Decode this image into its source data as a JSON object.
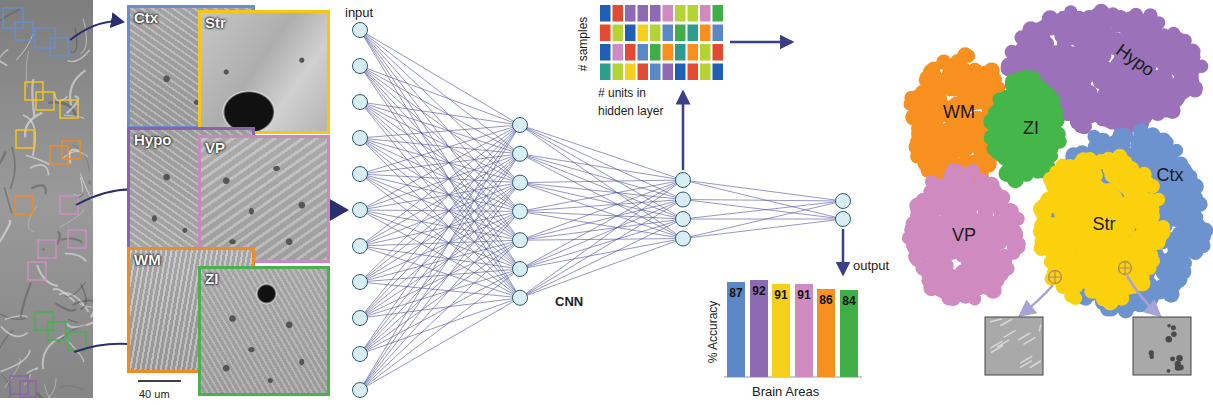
{
  "diagram": {
    "nodes": [
      {
        "text": [
          "Ctx"
        ]
      },
      {
        "text": [
          "Str"
        ]
      },
      {
        "text": [
          "Hypo"
        ]
      },
      {
        "text": [
          "VP"
        ]
      },
      {
        "text": [
          "WM"
        ]
      },
      {
        "text": [
          "ZI"
        ]
      },
      {
        "text": [
          "87"
        ]
      },
      {
        "text": [
          "92"
        ]
      },
      {
        "text": [
          "91"
        ]
      },
      {
        "text": [
          "91"
        ]
      },
      {
        "text": [
          "86"
        ]
      },
      {
        "text": [
          "84"
        ]
      },
      {
        "text": [
          "Hypo"
        ]
      },
      {
        "text": [
          "WM"
        ]
      },
      {
        "text": [
          "ZI"
        ]
      },
      {
        "text": [
          "VP"
        ]
      },
      {
        "text": [
          "Ctx"
        ]
      },
      {
        "text": [
          "Str"
        ]
      }
    ],
    "labels": [
      "40 um",
      "input",
      "# samples",
      "# units in hidden layer",
      "CNN",
      "output",
      "% Accuracy",
      "Brain Areas"
    ]
  }
}
